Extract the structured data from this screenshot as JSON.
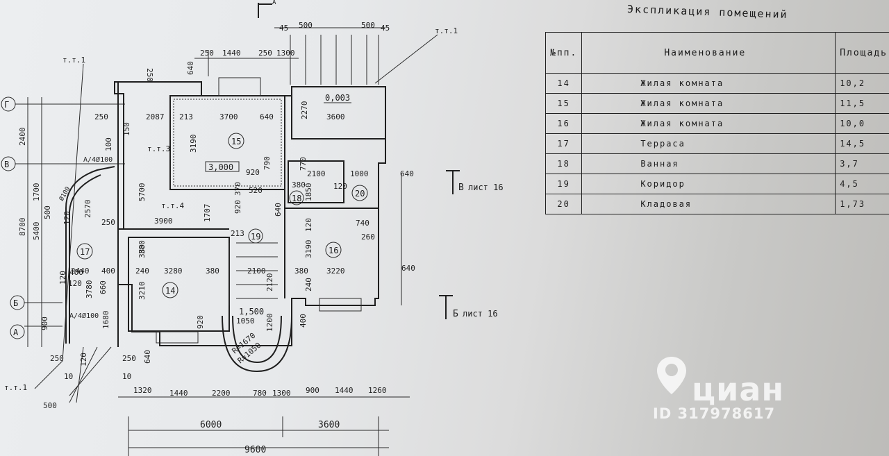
{
  "plan": {
    "north_label": "A",
    "axes": [
      "Г",
      "В",
      "Б",
      "А"
    ],
    "top_dims": [
      "45",
      "500",
      "500",
      "45",
      "250",
      "1440",
      "250",
      "1300",
      "640",
      "250"
    ],
    "notes": [
      "т.т.1",
      "т.т.1",
      "т.т.3",
      "т.т.4",
      "т.т.1"
    ],
    "rooms": [
      {
        "id": "15",
        "dims": [
          "3700",
          "3190"
        ],
        "area_mark": "3,000"
      },
      {
        "id": "14",
        "dims": [
          "3280",
          "3210"
        ]
      },
      {
        "id": "16",
        "dims": [
          "3220",
          "3190"
        ]
      },
      {
        "id": "17",
        "dims": [
          "2570",
          "3780"
        ]
      },
      {
        "id": "18"
      },
      {
        "id": "19"
      },
      {
        "id": "20"
      }
    ],
    "terrace_mark": "0,003",
    "terrace_width": "3600",
    "terrace_depth": "2270",
    "interior_dims": [
      "2087",
      "213",
      "640",
      "250",
      "150",
      "100",
      "920",
      "790",
      "520",
      "370",
      "380",
      "120",
      "2100",
      "1000",
      "1850",
      "920",
      "640",
      "770",
      "1707",
      "3900",
      "213",
      "250",
      "740",
      "260",
      "120",
      "380",
      "2100",
      "380",
      "240",
      "240",
      "380",
      "660",
      "1680",
      "920",
      "400",
      "1,500",
      "1050",
      "1200",
      "2120",
      "R=1670",
      "R=1050",
      "640",
      "400",
      "120"
    ],
    "left_dims": [
      "2400",
      "5700",
      "8700",
      "5400",
      "1700",
      "500",
      "900",
      "120",
      "2440",
      "400",
      "380",
      "120"
    ],
    "window_marks": [
      "А/4Ø100",
      "А/4Ø100",
      "Ø100"
    ],
    "bottom_dims_1": [
      "250",
      "120",
      "250",
      "10",
      "10",
      "1320",
      "1440",
      "2200",
      "780",
      "1300",
      "900",
      "1440",
      "1260"
    ],
    "bottom_dims_2": [
      "6000",
      "3600"
    ],
    "bottom_total": "9600",
    "corner_label": "500",
    "section_marks": [
      {
        "letter": "В",
        "text": "лист 16"
      },
      {
        "letter": "Б",
        "text": "лист 16"
      }
    ],
    "right_dim": "640"
  },
  "explication": {
    "title": "Экспликация помещений",
    "headers": {
      "number": "№пп.",
      "name": "Наименование",
      "area": "Площадь"
    },
    "rows": [
      {
        "number": "14",
        "name": "Жилая комната",
        "area": "10,2"
      },
      {
        "number": "15",
        "name": "Жилая комната",
        "area": "11,5"
      },
      {
        "number": "16",
        "name": "Жилая комната",
        "area": "10,0"
      },
      {
        "number": "17",
        "name": "Терраса",
        "area": "14,5"
      },
      {
        "number": "18",
        "name": "Ванная",
        "area": "3,7"
      },
      {
        "number": "19",
        "name": "Коридор",
        "area": "4,5"
      },
      {
        "number": "20",
        "name": "Кладовая",
        "area": "1,73"
      }
    ]
  },
  "watermark": {
    "brand": "циан",
    "listing_id": "ID 317978617",
    "icon": "cian-logo-icon"
  }
}
